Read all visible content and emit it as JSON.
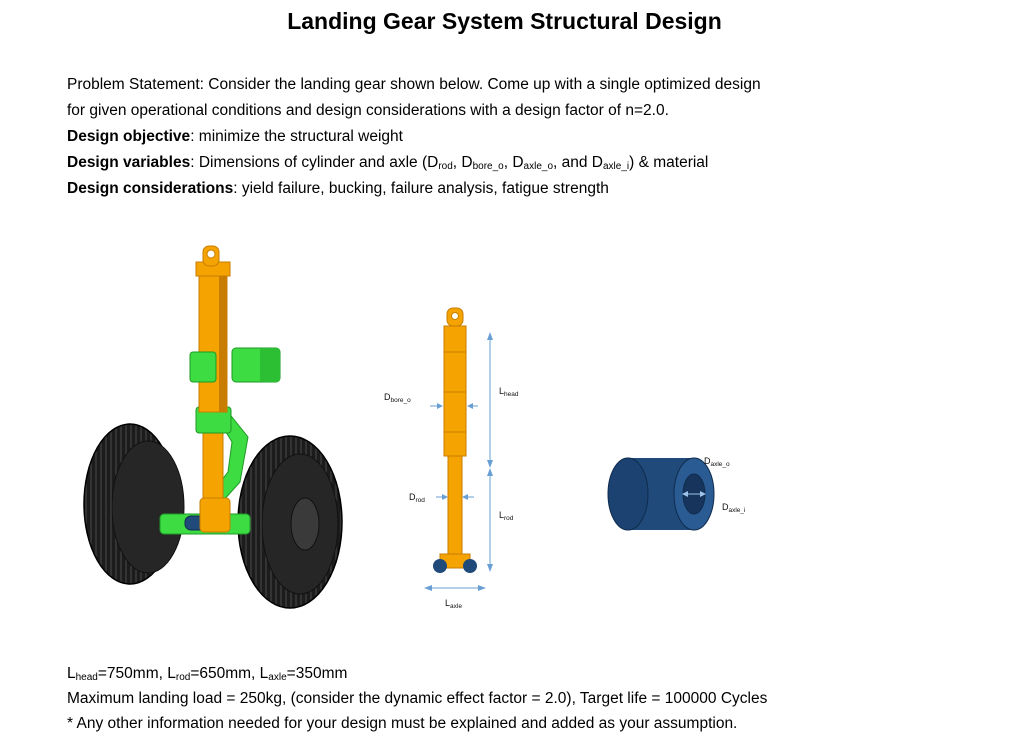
{
  "title": "Landing Gear System Structural Design",
  "problem": {
    "line1": "Problem Statement: Consider the landing gear shown below.  Come up with a single optimized design",
    "line2": "for given operational conditions and design considerations with a design factor of n=2.0.",
    "objective_label": "Design objective",
    "objective_text": ": minimize the structural weight",
    "variables_label": "Design variables",
    "variables_text_a": ": Dimensions of cylinder and axle (D",
    "sub_rod": "rod",
    "sep1": ", D",
    "sub_bore_o": "bore_o",
    "sep2": ", D",
    "sub_axle_o": "axle_o",
    "sep3": ", and D",
    "sub_axle_i": "axle_i",
    "variables_text_b": ") & material",
    "considerations_label": "Design considerations",
    "considerations_text": ": yield failure, bucking, failure analysis, fatigue strength"
  },
  "figure": {
    "labels": {
      "d": "D",
      "l": "L",
      "bore_o": "bore_o",
      "rod": "rod",
      "head": "head",
      "axle": "axle",
      "axle_o": "axle_o",
      "axle_i": "axle_i"
    },
    "colors": {
      "strut": "#f5a300",
      "strut_dark": "#c97d00",
      "green": "#3ddc43",
      "green_dark": "#1f9a25",
      "tire": "#1c1c1c",
      "axle": "#1f4a7a",
      "arrow": "#6a9fd4"
    }
  },
  "bottom": {
    "l": "L",
    "sub_head": "head",
    "v_head": "=750mm, L",
    "sub_rod": "rod",
    "v_rod": "=650mm, L",
    "sub_axle": "axle",
    "v_axle": "=350mm",
    "line2": "Maximum landing load = 250kg,   (consider the dynamic effect factor = 2.0), Target life = 100000 Cycles",
    "line3": "* Any other information needed for your design must be explained and added as your assumption."
  }
}
